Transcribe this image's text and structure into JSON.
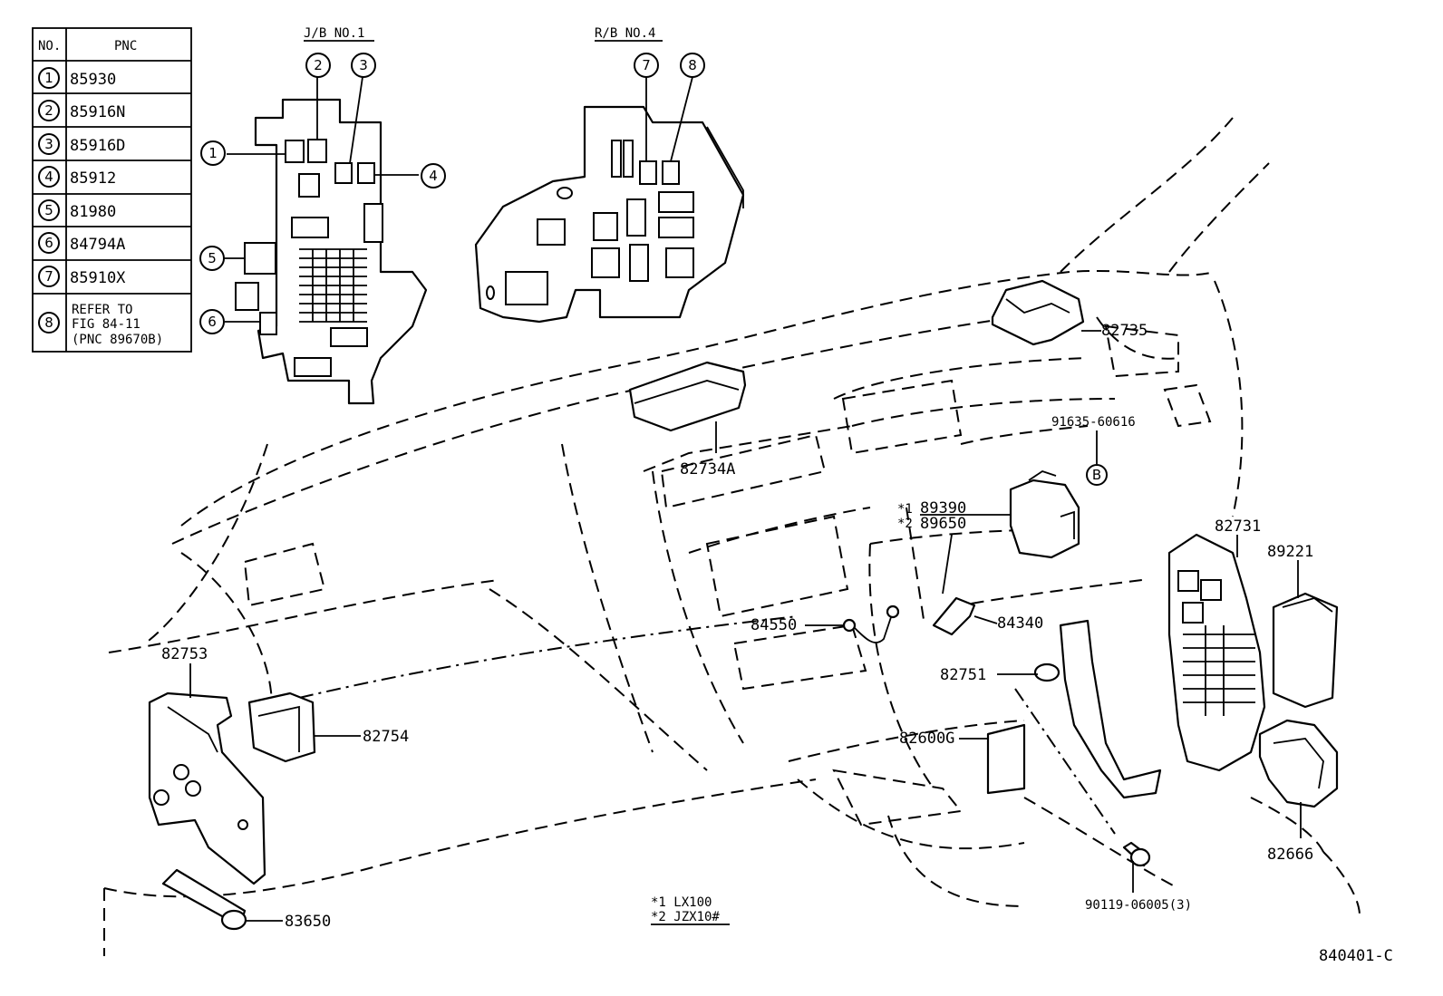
{
  "table": {
    "header_no": "NO.",
    "header_pnc": "PNC",
    "rows": [
      {
        "no": "1",
        "pnc": "85930"
      },
      {
        "no": "2",
        "pnc": "85916N"
      },
      {
        "no": "3",
        "pnc": "85916D"
      },
      {
        "no": "4",
        "pnc": "85912"
      },
      {
        "no": "5",
        "pnc": "81980"
      },
      {
        "no": "6",
        "pnc": "84794A"
      },
      {
        "no": "7",
        "pnc": "85910X"
      },
      {
        "no": "8",
        "pnc_lines": [
          "REFER TO",
          "FIG 84-11",
          "(PNC 89670B)"
        ]
      }
    ]
  },
  "junction_blocks": {
    "jb_title": "J/B NO.1",
    "rb_title": "R/B NO.4",
    "callouts": [
      "1",
      "2",
      "3",
      "4",
      "5",
      "6",
      "7",
      "8"
    ]
  },
  "part_labels": {
    "p82735": "82735",
    "p82734a": "82734A",
    "p91635": "91635-60616",
    "ref_b": "B",
    "p89390": "89390",
    "p89650": "89650",
    "mark1": "*1",
    "mark2": "*2",
    "p82731": "82731",
    "p89221": "89221",
    "p84550": "84550",
    "p84340": "84340",
    "p82751": "82751",
    "p82600g": "82600G",
    "p82753": "82753",
    "p82754": "82754",
    "p82666": "82666",
    "p90119": "90119-06005(3)",
    "p83650": "83650"
  },
  "notes": {
    "line1": "*1 LX100",
    "line2": "*2 JZX10#"
  },
  "figure_code": "840401-C"
}
